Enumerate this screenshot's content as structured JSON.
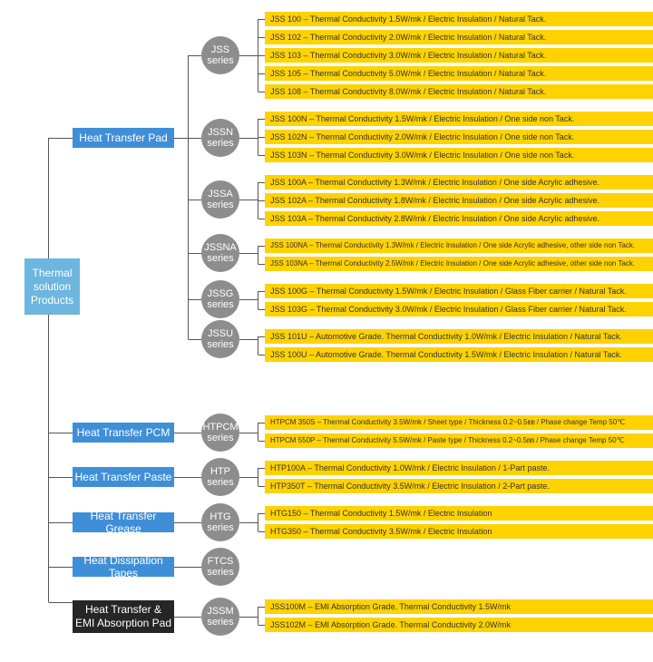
{
  "root": {
    "line1": "Thermal",
    "line2": "solution",
    "line3": "Products"
  },
  "categories": [
    {
      "label": "Heat Transfer Pad"
    },
    {
      "label": "Heat Transfer PCM"
    },
    {
      "label": "Heat Transfer Paste"
    },
    {
      "label": "Heat Transfer Grease"
    },
    {
      "label": "Heat Dissipation Tapes"
    },
    {
      "line1": "Heat Transfer &",
      "line2": "EMI Absorption Pad"
    }
  ],
  "series": [
    {
      "line1": "JSS",
      "line2": "series"
    },
    {
      "line1": "JSSN",
      "line2": "series"
    },
    {
      "line1": "JSSA",
      "line2": "series"
    },
    {
      "line1": "JSSNA",
      "line2": "series"
    },
    {
      "line1": "JSSG",
      "line2": "series"
    },
    {
      "line1": "JSSU",
      "line2": "series"
    },
    {
      "line1": "HTPCM",
      "line2": "series"
    },
    {
      "line1": "HTP",
      "line2": "series"
    },
    {
      "line1": "HTG",
      "line2": "series"
    },
    {
      "line1": "FTCS",
      "line2": "series"
    },
    {
      "line1": "JSSM",
      "line2": "series"
    }
  ],
  "products": [
    "JSS 100 – Thermal Conductivity 1.5W/mk  /  Electric Insulation / Natural Tack.",
    "JSS 102 – Thermal Conductivity 2.0W/mk  /  Electric Insulation / Natural Tack.",
    "JSS 103 – Thermal Conductivity 3.0W/mk  /  Electric Insulation / Natural Tack.",
    "JSS 105 – Thermal Conductivity 5.0W/mk  /  Electric Insulation / Natural Tack.",
    "JSS 108 – Thermal Conductivity 8.0W/mk  /  Electric Insulation / Natural Tack.",
    "JSS 100N – Thermal Conductivity 1.5W/mk  /  Electric Insulation / One side non Tack.",
    "JSS 102N – Thermal Conductivity 2.0W/mk  /  Electric Insulation / One side non Tack.",
    "JSS 103N – Thermal Conductivity 3.0W/mk  /  Electric Insulation / One side non Tack.",
    "JSS 100A – Thermal Conductivity 1.3W/mk  /  Electric Insulation / One side Acrylic adhesive.",
    "JSS 102A – Thermal Conductivity 1.8W/mk  /  Electric Insulation / One side Acrylic adhesive.",
    "JSS 103A – Thermal Conductivity 2.8W/mk  /  Electric Insulation / One side Acrylic adhesive.",
    "JSS 100NA – Thermal Conductivity 1.3W/mk  /  Electric Insulation / One side Acrylic adhesive, other side non Tack.",
    "JSS 103NA – Thermal Conductivity 2.5W/mk  /  Electric Insulation / One side Acrylic adhesive, other side non Tack.",
    "JSS 100G – Thermal Conductivity 1.5W/mk  /  Electric Insulation  /  Glass Fiber carrier / Natural Tack.",
    "JSS 103G – Thermal Conductivity 3.0W/mk  /  Electric Insulation  /  Glass Fiber carrier  /  Natural Tack.",
    "JSS 101U – Automotive Grade.  Thermal Conductivity 1.0W/mk  /  Electric Insulation / Natural Tack.",
    "JSS 100U – Automotive Grade.  Thermal Conductivity 1.5W/mk  /  Electric Insulation / Natural Tack.",
    "HTPCM 350S – Thermal Conductivity 3.5W/mk  /  Sheet type / Thickness 0.2~0.5㎜ / Phase change Temp 50℃",
    "HTPCM 550P – Thermal Conductivity 5.5W/mk  /  Paste type / Thickness 0.2~0.5㎜ / Phase change Temp 50℃",
    "HTP100A – Thermal Conductivity 1.0W/mk  /  Electric Insulation / 1-Part paste.",
    "HTP350T – Thermal Conductivity 3.5W/mk  /  Electric Insulation / 2-Part paste.",
    "HTG150 – Thermal Conductivity 1.5W/mk  /  Electric Insulation",
    "HTG350 – Thermal Conductivity 3.5W/mk  /  Electric Insulation",
    "JSS100M – EMI Absorption Grade.  Thermal Conductivity 1.5W/mk",
    "JSS102M – EMI Absorption Grade.  Thermal Conductivity 2.0W/mk"
  ]
}
